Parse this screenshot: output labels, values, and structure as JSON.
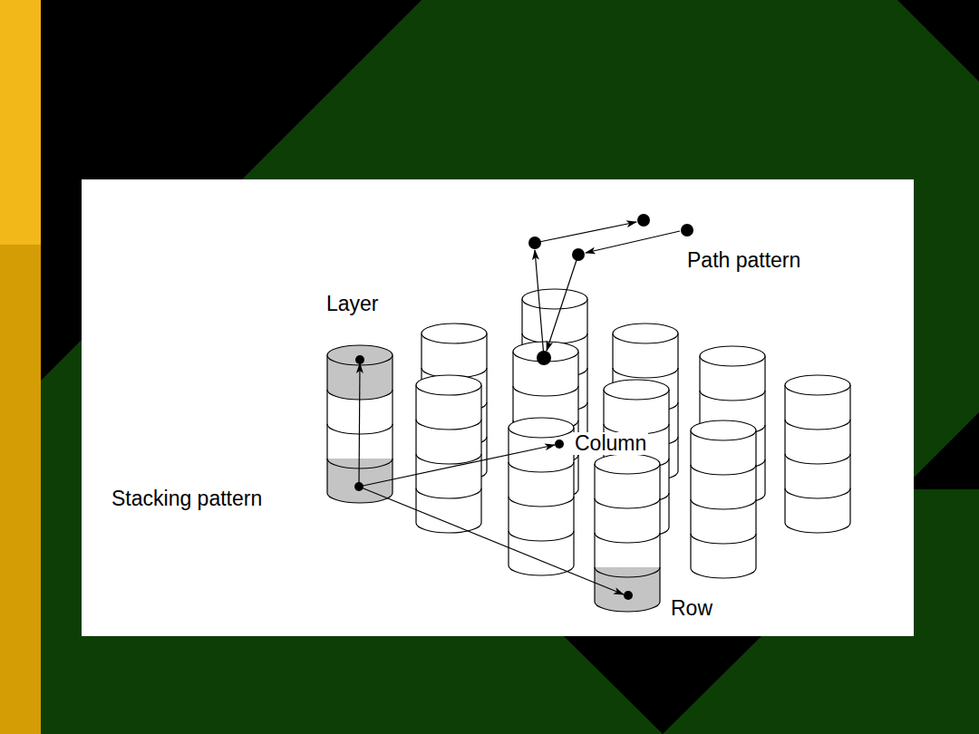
{
  "diagram": {
    "labels": [
      "Layer",
      "Path pattern",
      "Column",
      "Stacking pattern",
      "Row"
    ]
  }
}
